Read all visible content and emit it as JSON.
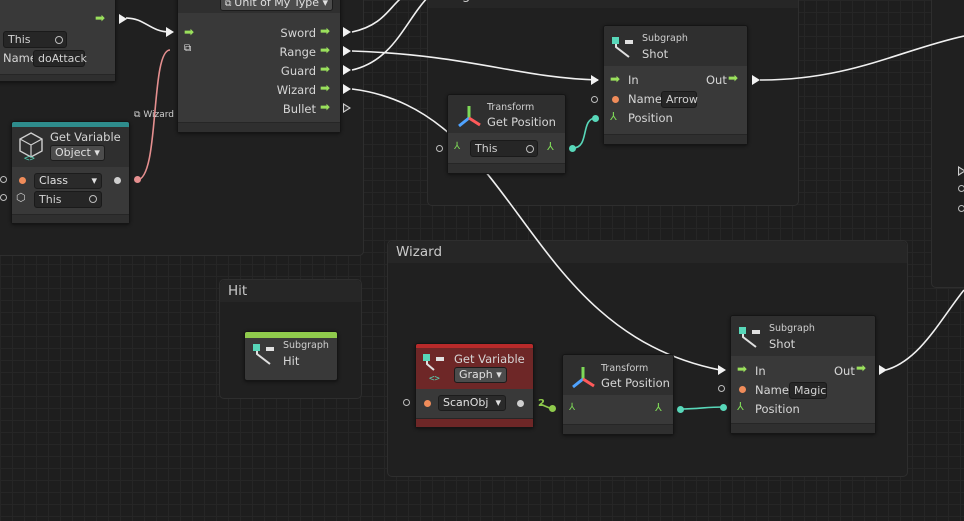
{
  "groups": {
    "range_title": "Range",
    "wizard_title": "Wizard",
    "hit_title": "Hit"
  },
  "node_top_left": {
    "target_value": "This",
    "name_label": "Name",
    "name_value": "doAttack"
  },
  "node_unit_of_type": {
    "type_dropdown": "Unit of My Type",
    "outputs": [
      "Sword",
      "Range",
      "Guard",
      "Wizard",
      "Bullet"
    ]
  },
  "wizard_tag": "Wizard",
  "get_variable_object": {
    "title": "Get Variable",
    "type_dropdown": "Object",
    "class_value": "Class",
    "target_value": "This"
  },
  "transform_range": {
    "category": "Transform",
    "title": "Get Position",
    "target_value": "This"
  },
  "subgraph_shot_arrow": {
    "category": "Subgraph",
    "title": "Shot",
    "in_label": "In",
    "out_label": "Out",
    "name_label": "Name",
    "name_value": "Arrow",
    "position_label": "Position"
  },
  "subgraph_hit": {
    "category": "Subgraph",
    "title": "Hit",
    "accent": "#8fca4c"
  },
  "get_variable_graph": {
    "title": "Get Variable",
    "type_dropdown": "Graph",
    "value": "ScanObj",
    "accent": "#b82a2a",
    "badge": "2"
  },
  "transform_wizard": {
    "category": "Transform",
    "title": "Get Position"
  },
  "subgraph_shot_magic": {
    "category": "Subgraph",
    "title": "Shot",
    "in_label": "In",
    "out_label": "Out",
    "name_label": "Name",
    "name_value": "Magic",
    "position_label": "Position"
  },
  "colors": {
    "flow_port": "#9ae05c",
    "data_port_orange": "#f08c5a",
    "vector_wire": "#58d7b9",
    "class_wire": "#e58f8f"
  }
}
